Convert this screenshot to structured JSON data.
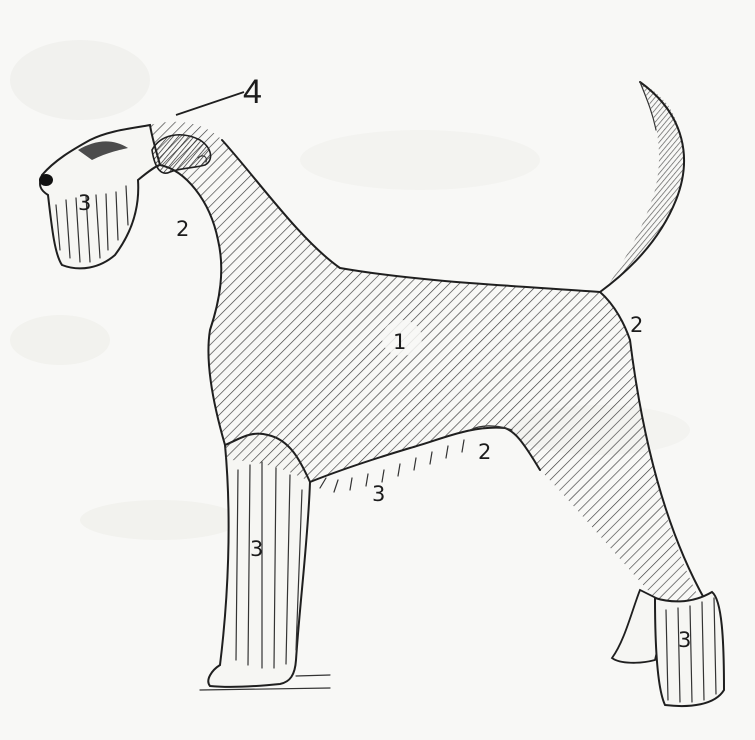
{
  "diagram": {
    "labels": {
      "zone_4": "4",
      "zone_3_head": "3",
      "zone_2_neck": "2",
      "zone_1_body": "1",
      "zone_2_tail": "2",
      "zone_2_belly": "2",
      "zone_3_belly": "3",
      "zone_3_front_leg": "3",
      "zone_3_hind_leg": "3"
    },
    "colors": {
      "ink": "#1f1f1f",
      "paper": "#f8f8f6",
      "hatch": "#3a3a3a",
      "smudge": "#e3e3df"
    }
  }
}
